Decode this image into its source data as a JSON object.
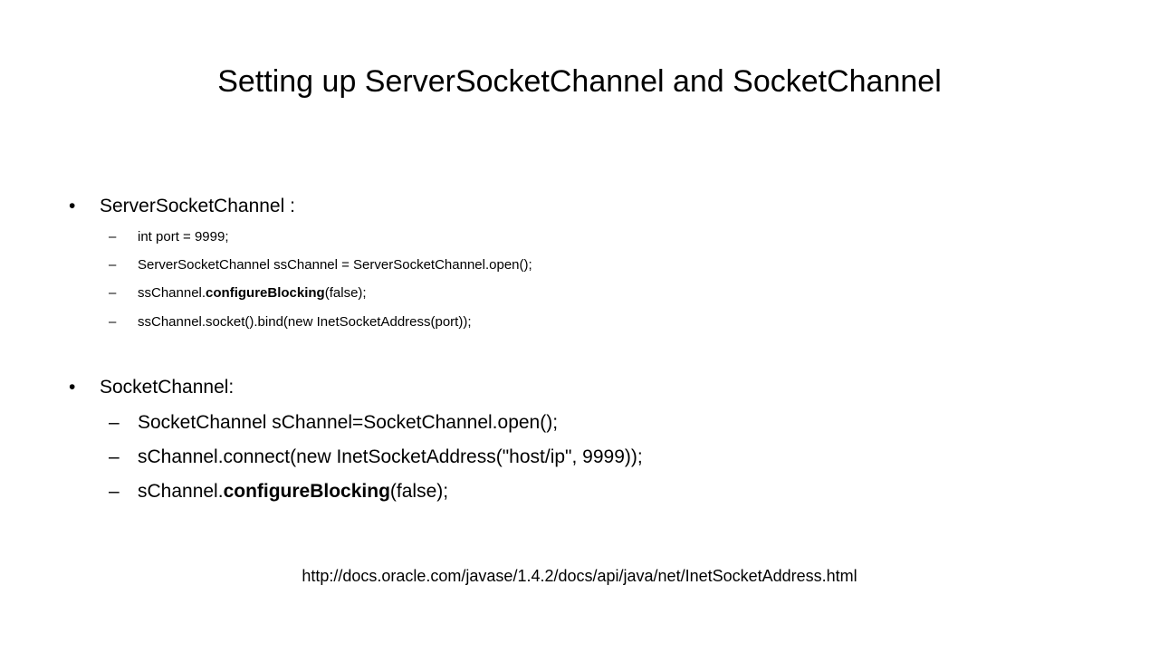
{
  "slide": {
    "title": "Setting up ServerSocketChannel and SocketChannel"
  },
  "bullet_glyph": "•",
  "dash_glyph": "–",
  "server_section": {
    "heading": "ServerSocketChannel :",
    "lines": [
      {
        "text": "int port = 9999;"
      },
      {
        "text": "ServerSocketChannel  ssChannel = ServerSocketChannel.open();"
      },
      {
        "pre": "ssChannel.",
        "bold": "configureBlocking",
        "post": "(false);"
      },
      {
        "text": "ssChannel.socket().bind(new  InetSocketAddress(port));"
      }
    ]
  },
  "client_section": {
    "heading": "SocketChannel:",
    "lines": [
      {
        "text": "SocketChannel sChannel=SocketChannel.open();"
      },
      {
        "text": "sChannel.connect(new InetSocketAddress(\"host/ip\", 9999));"
      },
      {
        "pre": "sChannel.",
        "bold": "configureBlocking",
        "post": "(false);"
      }
    ]
  },
  "footer": {
    "url": "http://docs.oracle.com/javase/1.4.2/docs/api/java/net/InetSocketAddress.html"
  }
}
